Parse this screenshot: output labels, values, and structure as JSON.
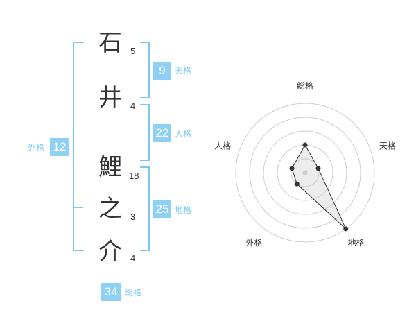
{
  "name": {
    "chars": [
      {
        "char": "石",
        "strokes": "5"
      },
      {
        "char": "井",
        "strokes": "4"
      },
      {
        "char": "鯉",
        "strokes": "18"
      },
      {
        "char": "之",
        "strokes": "3"
      },
      {
        "char": "介",
        "strokes": "4"
      }
    ]
  },
  "kaku": {
    "tenkaku": {
      "label": "天格",
      "value": "9"
    },
    "jinkaku": {
      "label": "人格",
      "value": "22"
    },
    "chikaku": {
      "label": "地格",
      "value": "25"
    },
    "gaikaku": {
      "label": "外格",
      "value": "12"
    },
    "soukaku": {
      "label": "総格",
      "value": "34"
    }
  },
  "colors": {
    "accent": "#8fd0f5",
    "accent_line": "#7cc8ee",
    "text": "#333333"
  },
  "chart_data": {
    "type": "radar",
    "axes": [
      "総格",
      "天格",
      "地格",
      "外格",
      "人格"
    ],
    "values": [
      2,
      1,
      5,
      1,
      1
    ],
    "rmax": 5,
    "rings": 5,
    "grid": true
  }
}
